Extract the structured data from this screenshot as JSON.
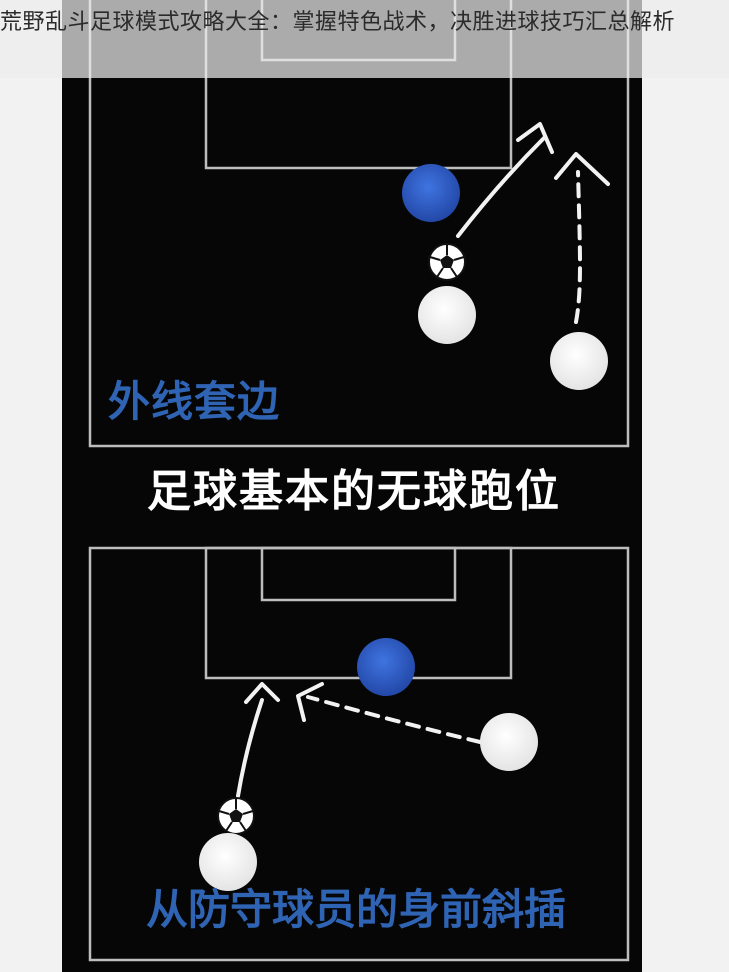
{
  "header": {
    "title": "荒野乱斗足球模式攻略大全：掌握特色战术，决胜进球技巧汇总解析"
  },
  "diagrams": {
    "top_caption": "外线套边",
    "center_title": "足球基本的无球跑位",
    "bottom_caption": "从防守球员的身前斜插"
  },
  "colors": {
    "field": "#060606",
    "lines": "#bdbdbd",
    "defender": "#2f5fc8",
    "attacker": "#f5f5f5",
    "caption_blue": "#2f64b4",
    "title_bar": "#ebebeb"
  },
  "icons": [
    "soccer-ball-icon",
    "defender-marker-icon",
    "attacker-marker-icon",
    "run-arrow-icon"
  ]
}
